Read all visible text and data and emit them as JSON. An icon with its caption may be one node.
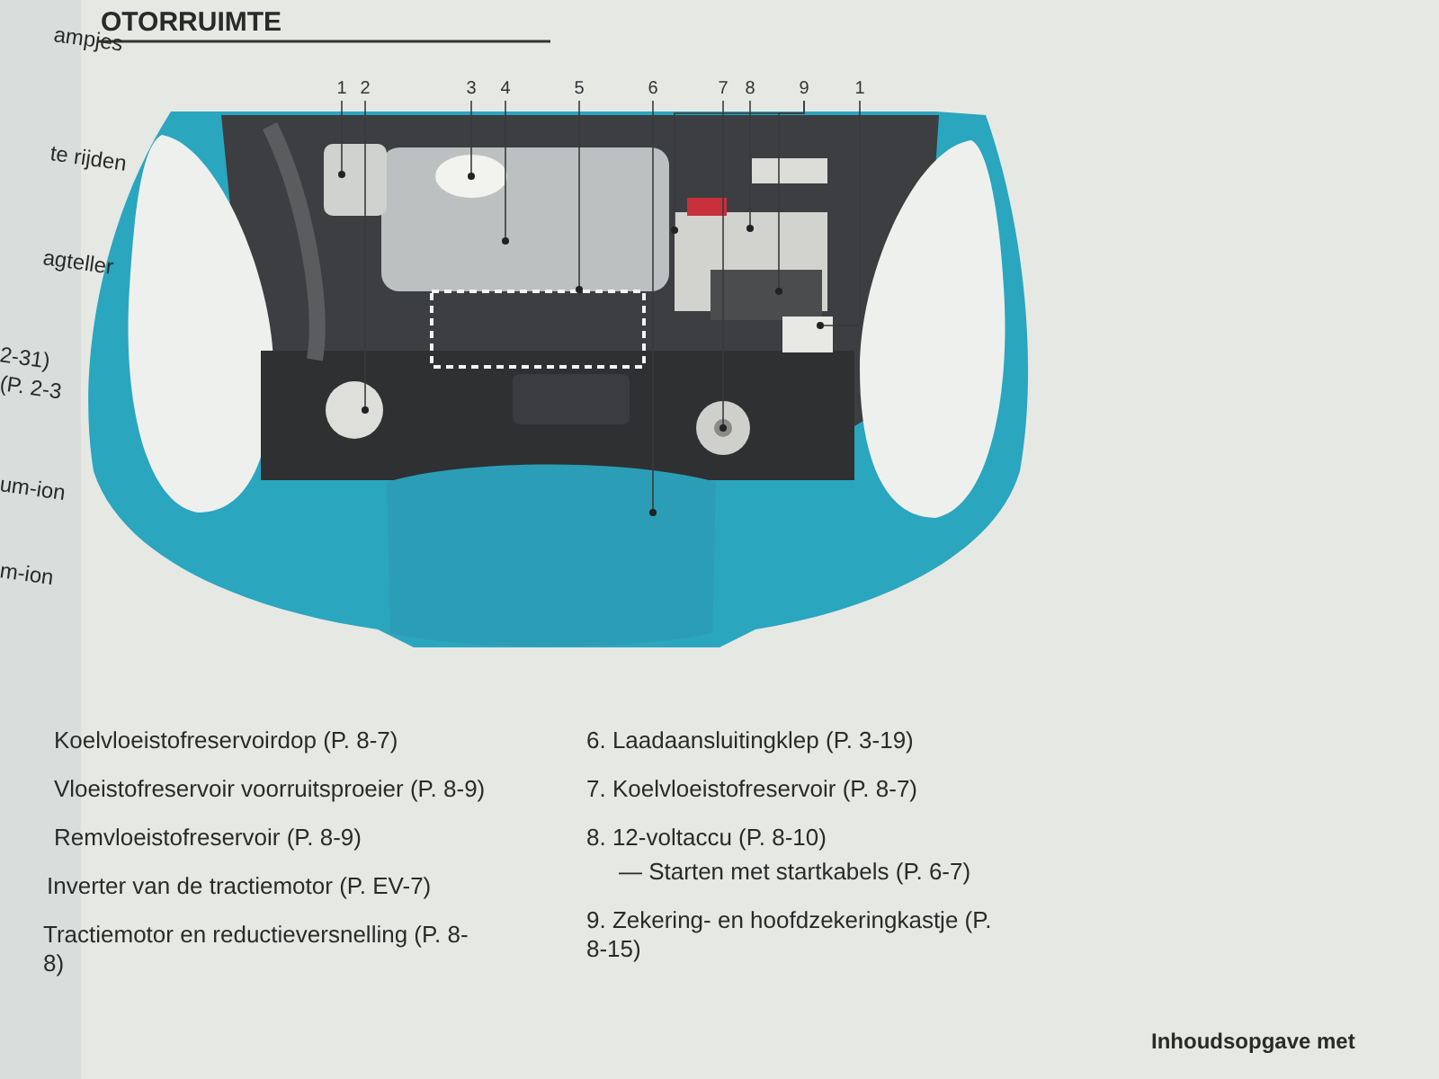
{
  "diagram": {
    "title": "OTORRUIMTE",
    "nodes": [
      {
        "text": [
          "1"
        ]
      },
      {
        "text": [
          "2"
        ]
      },
      {
        "text": [
          "3"
        ]
      },
      {
        "text": [
          "4"
        ]
      },
      {
        "text": [
          "5"
        ]
      },
      {
        "text": [
          "6"
        ]
      },
      {
        "text": [
          "7"
        ]
      },
      {
        "text": [
          "8"
        ]
      },
      {
        "text": [
          "9"
        ]
      },
      {
        "text": [
          "1"
        ]
      }
    ],
    "edges": [
      {
        "from": 0,
        "to": null,
        "arrow": "other"
      },
      {
        "from": 1,
        "to": null,
        "arrow": "other"
      },
      {
        "from": 2,
        "to": null,
        "arrow": "other"
      },
      {
        "from": 3,
        "to": null,
        "arrow": "other"
      },
      {
        "from": 4,
        "to": null,
        "arrow": "other"
      },
      {
        "from": 5,
        "to": null,
        "arrow": "other"
      },
      {
        "from": 6,
        "to": null,
        "arrow": "other"
      },
      {
        "from": 7,
        "to": null,
        "arrow": "other"
      },
      {
        "from": 8,
        "to": null,
        "arrow": "other"
      },
      {
        "from": 8,
        "to": null,
        "arrow": "other"
      },
      {
        "from": 9,
        "to": null,
        "arrow": "other"
      }
    ],
    "labels": [
      "ampjes",
      "te rijden",
      "agteller",
      "2-31)",
      "(P. 2-3",
      "um-ion",
      "m-ion",
      "Koelvloeistofreservoirdop (P. 8-7)",
      "Vloeistofreservoir voorruitsproeier (P. 8-9)",
      "Remvloeistofreservoir (P. 8-9)",
      "Inverter van de tractiemotor (P. EV-7)",
      "Tractiemotor en reductieversnelling (P. 8-8)",
      "6. Laadaansluitingklep (P. 3-19)",
      "7. Koelvloeistofreservoir (P. 8-7)",
      "8. 12-voltaccu (P. 8-10)",
      "— Starten met startkabels (P. 6-7)",
      "9. Zekering- en hoofdzekeringkastje (P. 8-15)",
      "Inhoudsopgave met"
    ]
  }
}
